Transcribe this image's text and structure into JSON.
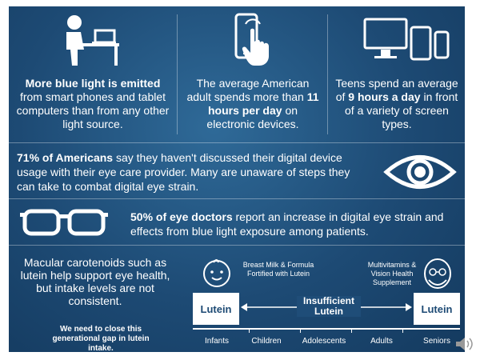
{
  "stat1": {
    "bold": "More blue light is emitted",
    "rest": "from smart phones and tablet computers than from any other light source."
  },
  "stat2": {
    "pre": "The average American adult spends more than",
    "bold": "11 hours per day",
    "post": "on electronic devices."
  },
  "stat3": {
    "pre": "Teens spend an average of",
    "bold": "9 hours a day",
    "post": "in front of a variety of screen types."
  },
  "stat4": {
    "bold": "71% of Americans",
    "rest": "say they haven't discussed their digital device usage with their eye care provider. Many are unaware of steps they can take to combat digital eye strain."
  },
  "stat5": {
    "bold": "50% of eye doctors",
    "rest": "report an increase in digital eye strain and effects from blue light exposure among patients."
  },
  "carotenoids": {
    "text": "Macular carotenoids such as lutein help support eye health, but intake levels are not consistent.",
    "callout": "We need to close this generational gap in lutein intake."
  },
  "timeline": {
    "left_box": "Lutein",
    "right_box": "Lutein",
    "left_note": "Breast Milk & Formula Fortified with Lutein",
    "right_note": "Multivitamins & Vision Health Supplement",
    "middle": "Insufficient Lutein",
    "stages": [
      "Infants",
      "Children",
      "Adolescents",
      "Adults",
      "Seniors"
    ]
  },
  "colors": {
    "background": "#1d4a74",
    "text": "#ffffff"
  },
  "icons": [
    "person-laptop-icon",
    "phone-touch-icon",
    "devices-icon",
    "eye-icon",
    "glasses-icon",
    "baby-icon",
    "senior-icon",
    "speaker-icon"
  ]
}
